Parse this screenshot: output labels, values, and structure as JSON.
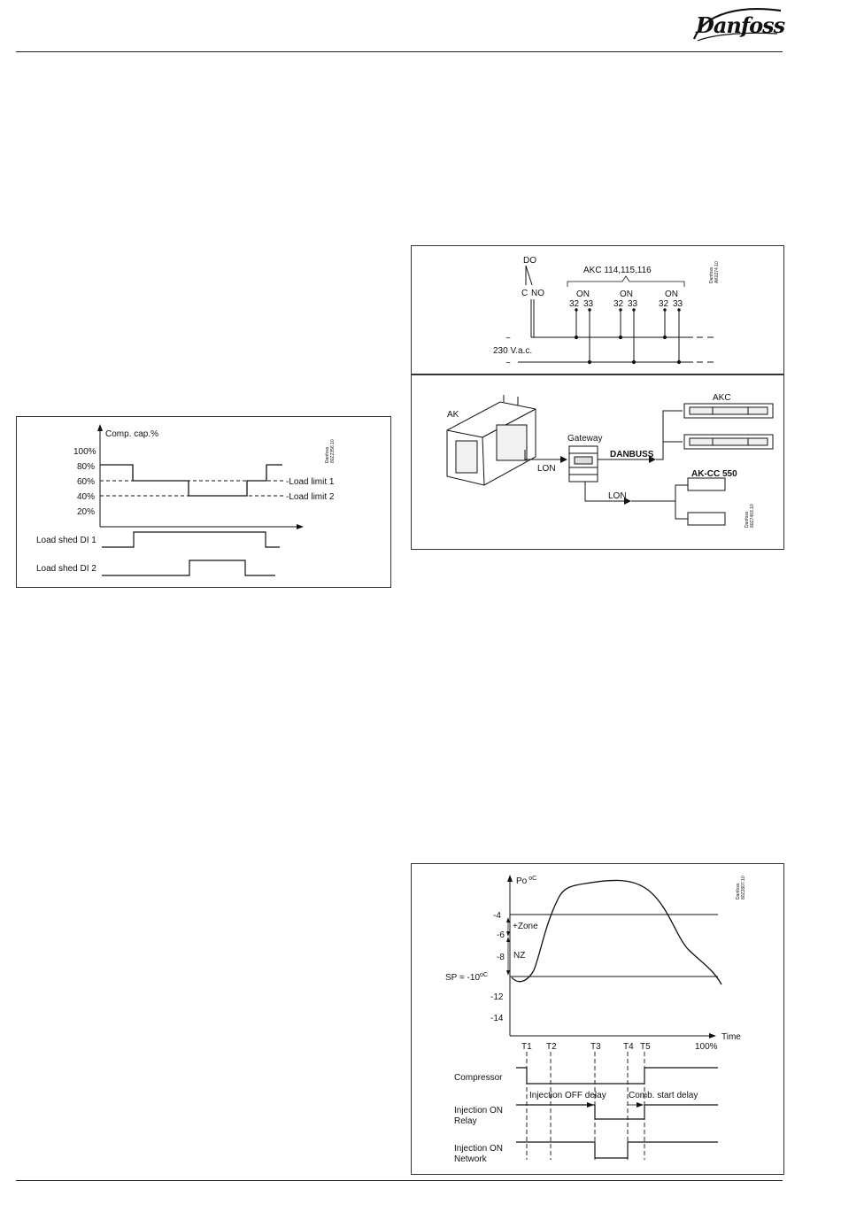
{
  "header": {
    "brand": "Danfoss"
  },
  "fig_load_shed": {
    "y_axis_label": "Comp. cap.%",
    "y_ticks": [
      "100%",
      "80%",
      "60%",
      "40%",
      "20%"
    ],
    "limit_labels": [
      "Load limit 1",
      "Load limit 2"
    ],
    "signals": [
      "Load shed DI 1",
      "Load shed DI 2"
    ],
    "ref_code": [
      "Danfoss",
      "80Z2356.10"
    ]
  },
  "fig_relay_wiring": {
    "do_label": "DO",
    "c_label": "C",
    "no_label": "NO",
    "group_label": "AKC 114,115,116",
    "on_label": "ON",
    "terminal_a": "32",
    "terminal_b": "33",
    "supply_label": "230 V.a.c.",
    "ac_symbol": "~",
    "ref_code": [
      "Danfoss",
      "AK0274.10"
    ]
  },
  "fig_network": {
    "ak_label": "AK",
    "gateway_label": "Gateway",
    "lon_label_1": "LON",
    "danbuss_label": "DANBUSS",
    "akc_label": "AKC",
    "akcc_label": "AK-CC 550",
    "lon_label_2": "LON",
    "ref_code": [
      "Danfoss",
      "80Z7403.10"
    ]
  },
  "fig_injection": {
    "y_axis_label": "Po",
    "y_unit": "oC",
    "y_ticks": [
      "-4",
      "-6",
      "-8",
      "-12",
      "-14"
    ],
    "setpoint_label": "SP = -10",
    "setpoint_unit": "oC",
    "zone_label": "+Zone",
    "nz_label": "NZ",
    "x_axis_label": "Time",
    "x_end_label": "100%",
    "t_labels": [
      "T1",
      "T2",
      "T3",
      "T4",
      "T5"
    ],
    "signals": [
      "Compressor",
      "Injection ON",
      "Relay",
      "Injection ON",
      "Network"
    ],
    "delay_labels": [
      "Injection OFF delay",
      "Comb. start delay"
    ],
    "ref_code": [
      "Danfoss",
      "80Z2807.10"
    ]
  }
}
